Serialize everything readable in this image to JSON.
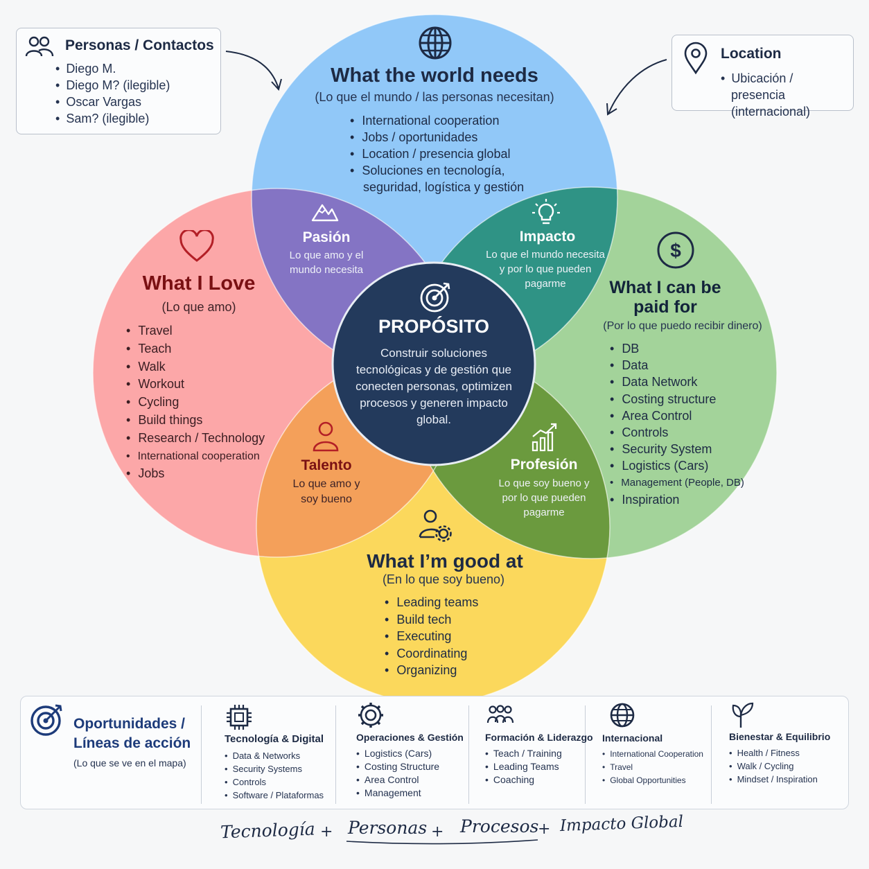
{
  "contacts_box": {
    "title": "Personas / Contactos",
    "icon": "people-icon",
    "items": [
      "Diego M.",
      "Diego M? (ilegible)",
      "Oscar Vargas",
      "Sam? (ilegible)"
    ]
  },
  "location_box": {
    "title": "Location",
    "icon": "map-pin-icon",
    "items": [
      "Ubicación / presencia (internacional)"
    ]
  },
  "world_needs": {
    "title": "What the world needs",
    "subtitle": "(Lo que el mundo / las personas necesitan)",
    "icon": "globe-icon",
    "color": "#91c8f8",
    "items": [
      "International cooperation",
      "Jobs / oportunidades",
      "Location / presencia global",
      "Soluciones en tecnología, seguridad, logística y gestión"
    ]
  },
  "love": {
    "title": "What I Love",
    "subtitle": "(Lo que amo)",
    "icon": "heart-icon",
    "color": "#fca7a8",
    "items": [
      "Travel",
      "Teach",
      "Walk",
      "Workout",
      "Cycling",
      "Build things",
      "Research / Technology",
      "International cooperation",
      "Jobs"
    ]
  },
  "paid_for": {
    "title": "What I can be paid for",
    "subtitle": "(Por lo que puedo recibir dinero)",
    "icon": "dollar-icon",
    "color": "#a3d39a",
    "items": [
      "DB",
      "Data",
      "Data Network",
      "Costing structure",
      "Area Control",
      "Controls",
      "Security System",
      "Logistics (Cars)",
      "Management (People, DB)",
      "Inspiration"
    ]
  },
  "good_at": {
    "title": "What I’m good at",
    "subtitle": "(En lo que soy bueno)",
    "icon": "person-gear-icon",
    "color": "#fbd85c",
    "items": [
      "Leading teams",
      "Build tech",
      "Executing",
      "Coordinating",
      "Organizing"
    ]
  },
  "lenses": {
    "passion": {
      "title": "Pasión",
      "text": "Lo que amo y el mundo necesita",
      "icon": "mountain-icon",
      "color": "#8474c4"
    },
    "impact": {
      "title": "Impacto",
      "text": "Lo que el mundo necesita y por lo que pueden pagarme",
      "icon": "lightbulb-icon",
      "color": "#2f9385"
    },
    "talent": {
      "title": "Talento",
      "text": "Lo que amo y soy bueno",
      "icon": "person-icon",
      "color": "#f4a05a"
    },
    "profession": {
      "title": "Profesión",
      "text": "Lo que soy bueno y por lo que pueden pagarme",
      "icon": "growth-chart-icon",
      "color": "#6b9a3e"
    }
  },
  "purpose": {
    "title": "PROPÓSITO",
    "text": "Construir soluciones tecnológicas y de gestión que conecten personas, optimizen procesos y generen impacto global.",
    "icon": "target-icon",
    "color": "#233a5c"
  },
  "opportunities": {
    "title": "Oportunidades / Líneas de acción",
    "subtitle": "(Lo que se ve en el mapa)",
    "icon": "target-icon",
    "columns": [
      {
        "icon": "chip-icon",
        "title": "Tecnología & Digital",
        "items": [
          "Data & Networks",
          "Security Systems",
          "Controls",
          "Software / Plataformas"
        ]
      },
      {
        "icon": "gear-icon",
        "title": "Operaciones & Gestión",
        "items": [
          "Logistics (Cars)",
          "Costing Structure",
          "Area Control",
          "Management"
        ]
      },
      {
        "icon": "team-icon",
        "title": "Formación & Liderazgo",
        "items": [
          "Teach / Training",
          "Leading Teams",
          "Coaching"
        ]
      },
      {
        "icon": "globe-icon",
        "title": "Internacional",
        "items": [
          "International Cooperation",
          "Travel",
          "Global Opportunities"
        ]
      },
      {
        "icon": "sprout-icon",
        "title": "Bienestar & Equilibrio",
        "items": [
          "Health / Fitness",
          "Walk / Cycling",
          "Mindset / Inspiration"
        ]
      }
    ]
  },
  "footer": {
    "words": [
      "Tecnología",
      "Personas",
      "Procesos",
      "Impacto Global"
    ],
    "plus": "+"
  }
}
